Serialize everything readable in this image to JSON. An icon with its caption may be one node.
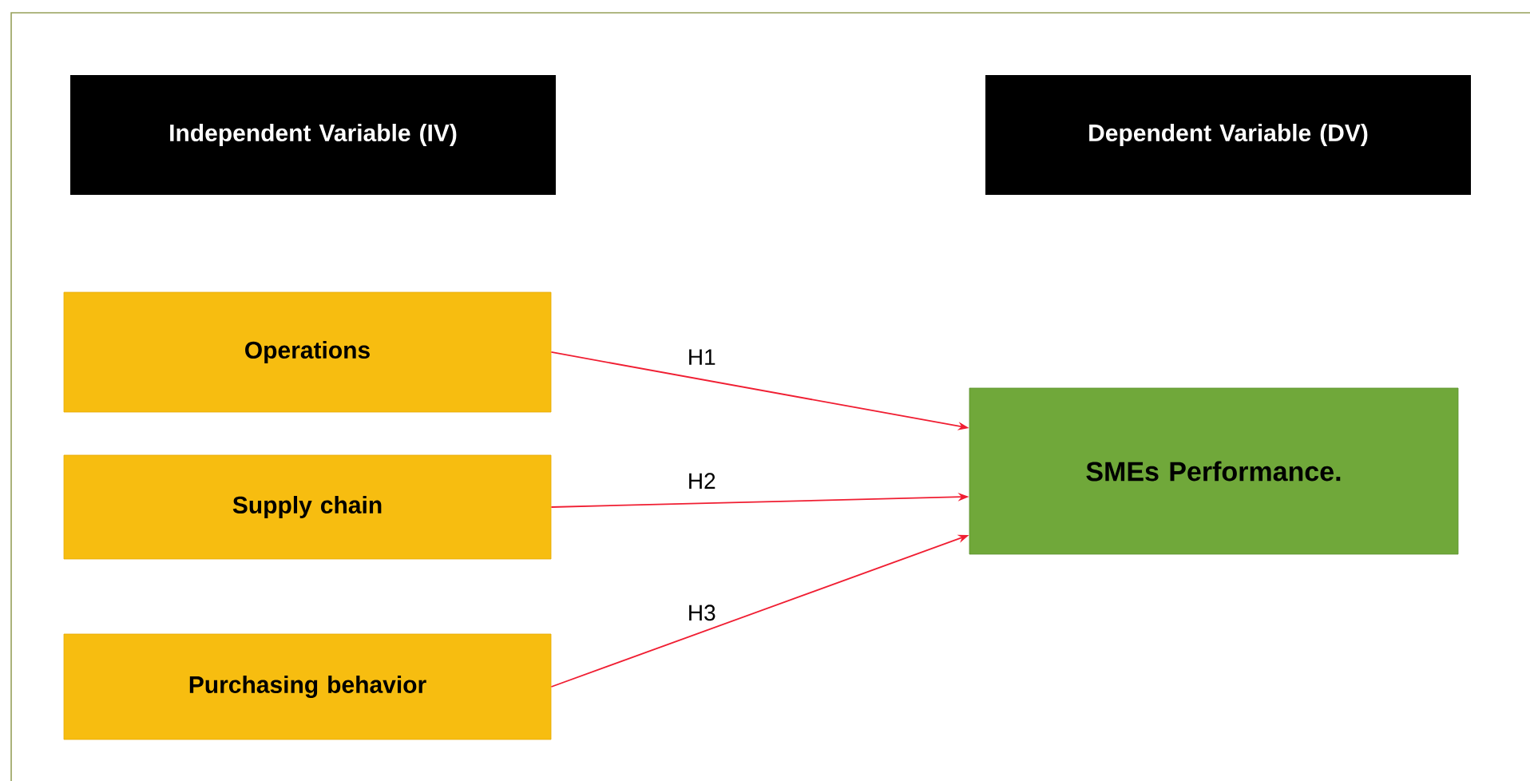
{
  "diagram": {
    "nodes": [
      {
        "text": [
          "Independent Variable (IV)"
        ]
      },
      {
        "text": [
          "Dependent Variable (DV)"
        ]
      },
      {
        "text": [
          "Operations"
        ]
      },
      {
        "text": [
          "Supply chain"
        ]
      },
      {
        "text": [
          "Purchasing behavior"
        ]
      },
      {
        "text": [
          "SMEs Performance."
        ]
      }
    ],
    "edges": [
      {
        "from": 2,
        "to": 5,
        "arrow": "to",
        "label": "H1"
      },
      {
        "from": 3,
        "to": 5,
        "arrow": "to",
        "label": "H2"
      },
      {
        "from": 4,
        "to": 5,
        "arrow": "to",
        "label": "H3"
      }
    ]
  }
}
